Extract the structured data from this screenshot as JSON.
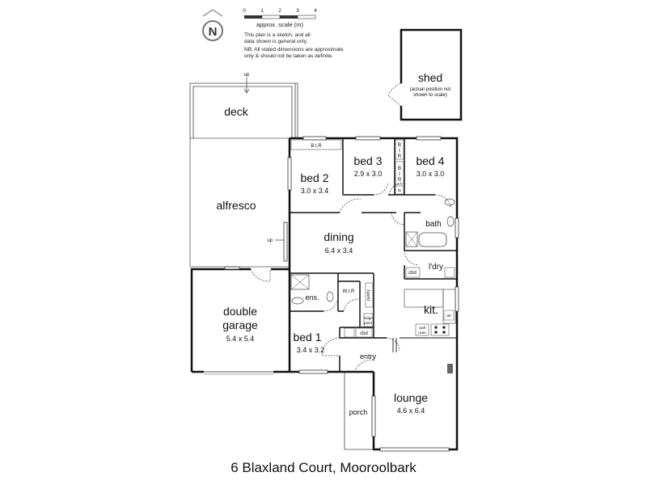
{
  "north": {
    "letter": "N"
  },
  "scale": {
    "ticks": [
      "0",
      "1",
      "2",
      "3",
      "4"
    ],
    "label": "approx. scale (m)",
    "note1": "This plan is a sketch, and all",
    "note2": "data shown is general only.",
    "note3": "NB: All stated dimensions are approximate",
    "note4": "only & should not be taken as definite."
  },
  "rooms": {
    "shed": {
      "name": "shed",
      "note1": "(actual position not",
      "note2": "shown to scale)"
    },
    "deck": {
      "name": "deck"
    },
    "alfresco": {
      "name": "alfresco"
    },
    "garage": {
      "name1": "double",
      "name2": "garage",
      "dim": "5.4 x 5.4"
    },
    "bed2": {
      "name": "bed 2",
      "dim": "3.0 x 3.4"
    },
    "bed3": {
      "name": "bed 3",
      "dim": "2.9 x 3.0"
    },
    "bed4": {
      "name": "bed 4",
      "dim": "3.0 x 3.0"
    },
    "dining": {
      "name": "dining",
      "dim": "6.4 x 3.4"
    },
    "bath": {
      "name": "bath"
    },
    "ldry": {
      "name": "l'dry"
    },
    "kit": {
      "name": "kit."
    },
    "ens": {
      "name": "ens."
    },
    "wir": {
      "name": "W.I.R"
    },
    "bed1": {
      "name": "bed 1",
      "dim": "3.4 x 3.2"
    },
    "entry": {
      "name": "entry"
    },
    "lounge": {
      "name": "lounge",
      "dim": "4.6 x 6.4"
    },
    "porch": {
      "name": "porch"
    }
  },
  "fixtures": {
    "bir_top": "B.I.R",
    "bir_b": "B",
    "bir_i": "I",
    "bir_r": "R",
    "bir2_b": "B",
    "bir2_i": "I",
    "bir2_r": "R",
    "lin": "lin",
    "cbd": "cbd",
    "cbd2": "cbd",
    "pantry": "pantry",
    "fridge1": "fridge",
    "fridge2": "point",
    "wall_oven1": "wall",
    "wall_oven2": "oven",
    "dw1": "dw",
    "up1": "up",
    "up2": "up"
  },
  "address": "6 Blaxland Court, Mooroolbark"
}
